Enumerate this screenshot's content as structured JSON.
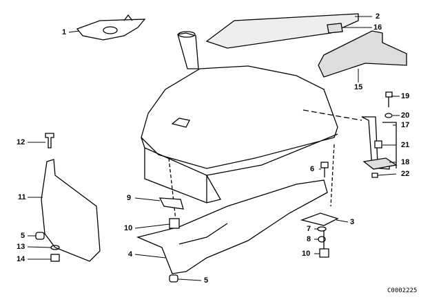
{
  "callouts": [
    "1",
    "2",
    "16",
    "15",
    "19",
    "20",
    "17",
    "21",
    "18",
    "22",
    "12",
    "11",
    "5",
    "13",
    "14",
    "6",
    "9",
    "10",
    "4",
    "5",
    "3",
    "7",
    "8",
    "10"
  ],
  "diagram_code": "C0002225"
}
